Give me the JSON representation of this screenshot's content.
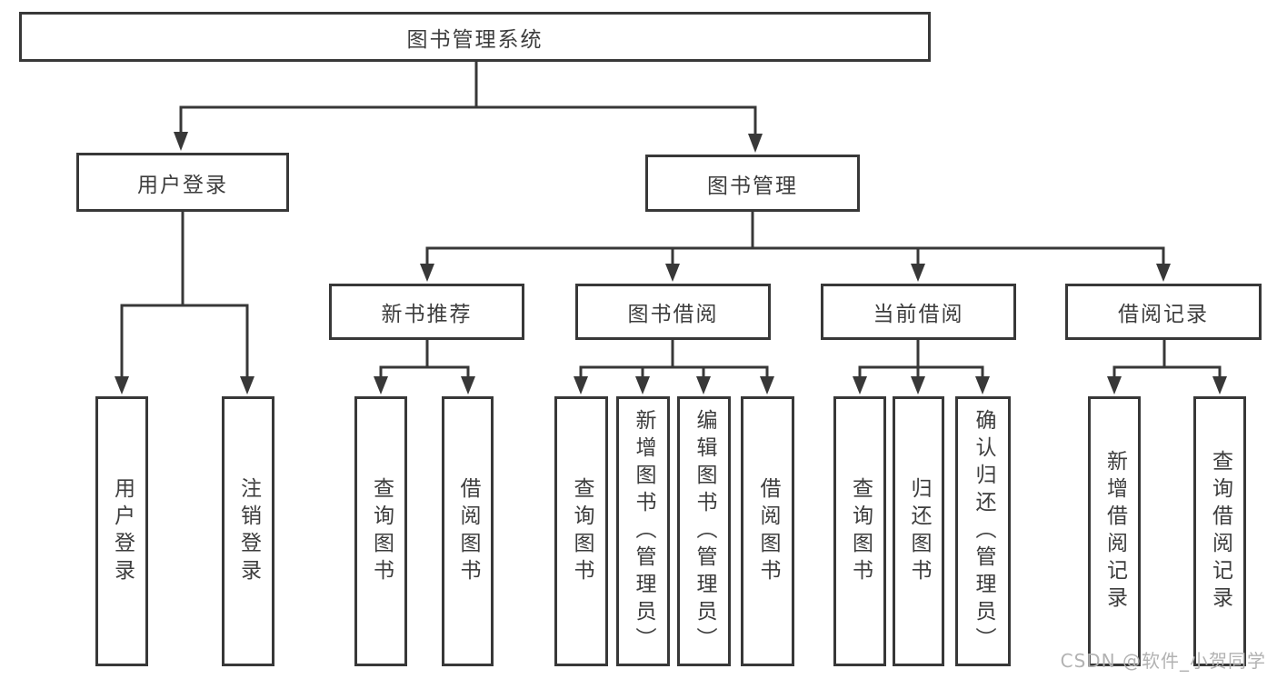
{
  "diagram": {
    "title_node": {
      "label": "图书管理系统"
    },
    "level1": [
      {
        "id": "user-login",
        "label": "用户登录"
      },
      {
        "id": "book-management",
        "label": "图书管理"
      }
    ],
    "level2": [
      {
        "id": "new-book-recommendation",
        "label": "新书推荐"
      },
      {
        "id": "book-borrowing",
        "label": "图书借阅"
      },
      {
        "id": "current-borrowing",
        "label": "当前借阅"
      },
      {
        "id": "borrowing-records",
        "label": "借阅记录"
      }
    ],
    "leaves": [
      {
        "parent": "user-login",
        "label": "用户登录"
      },
      {
        "parent": "user-login",
        "label": "注销登录"
      },
      {
        "parent": "new-book-recommendation",
        "label": "查询图书"
      },
      {
        "parent": "new-book-recommendation",
        "label": "借阅图书"
      },
      {
        "parent": "book-borrowing",
        "label": "查询图书"
      },
      {
        "parent": "book-borrowing",
        "label": "新增图书（管理员）"
      },
      {
        "parent": "book-borrowing",
        "label": "编辑图书（管理员）"
      },
      {
        "parent": "book-borrowing",
        "label": "借阅图书"
      },
      {
        "parent": "current-borrowing",
        "label": "查询图书"
      },
      {
        "parent": "current-borrowing",
        "label": "归还图书"
      },
      {
        "parent": "current-borrowing",
        "label": "确认归还（管理员）"
      },
      {
        "parent": "borrowing-records",
        "label": "新增借阅记录"
      },
      {
        "parent": "borrowing-records",
        "label": "查询借阅记录"
      }
    ],
    "watermark": "CSDN @软件_小贺同学",
    "colors": {
      "line": "#383838",
      "text": "#3d3d3d",
      "watermark": "#b2b2b2",
      "background": "#ffffff"
    }
  }
}
